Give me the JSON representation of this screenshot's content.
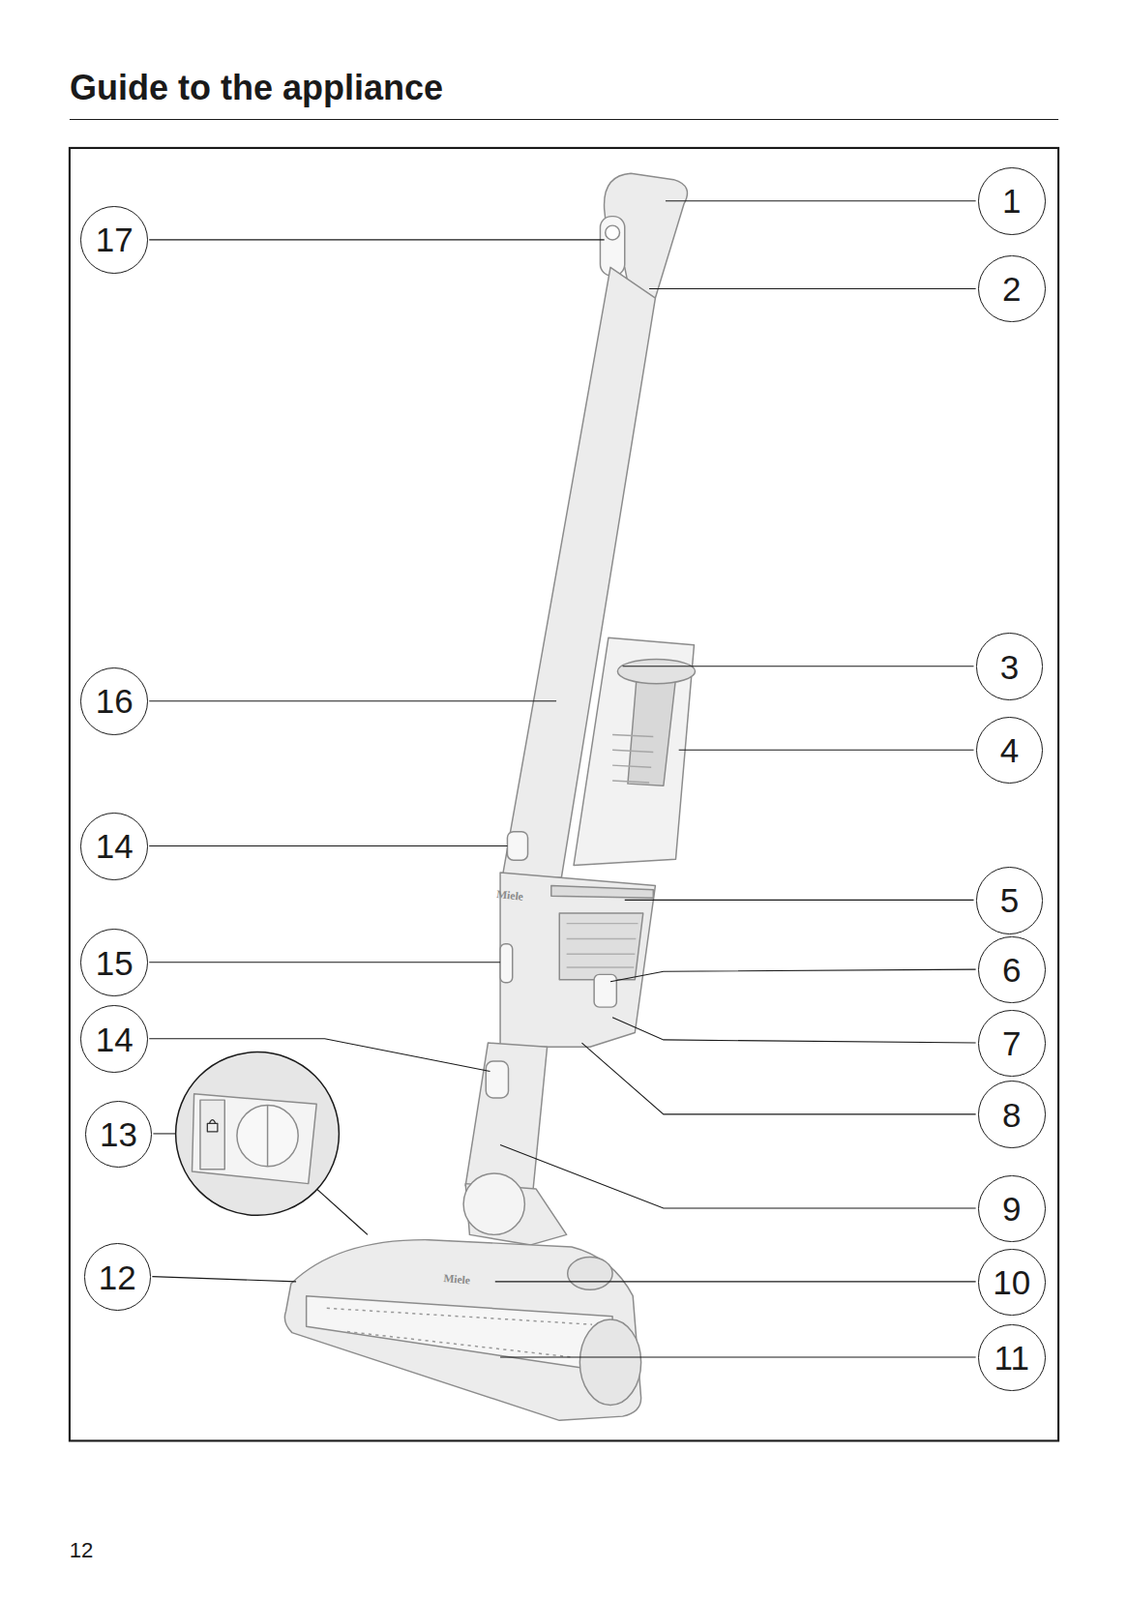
{
  "diagram": {
    "title": "Guide to the appliance",
    "nodes": [
      {
        "text": [
          "1"
        ]
      },
      {
        "text": [
          "17"
        ]
      },
      {
        "text": [
          "2"
        ]
      },
      {
        "text": [
          "3"
        ]
      },
      {
        "text": [
          "16"
        ]
      },
      {
        "text": [
          "4"
        ]
      },
      {
        "text": [
          "14"
        ]
      },
      {
        "text": [
          "5"
        ]
      },
      {
        "text": [
          "15"
        ]
      },
      {
        "text": [
          "6"
        ]
      },
      {
        "text": [
          "14"
        ]
      },
      {
        "text": [
          "7"
        ]
      },
      {
        "text": [
          "8"
        ]
      },
      {
        "text": [
          "13"
        ]
      },
      {
        "text": [
          "9"
        ]
      },
      {
        "text": [
          "12"
        ]
      },
      {
        "text": [
          "10"
        ]
      },
      {
        "text": [
          "11"
        ]
      }
    ],
    "labels": [
      "Miele",
      "Miele",
      "12"
    ]
  }
}
